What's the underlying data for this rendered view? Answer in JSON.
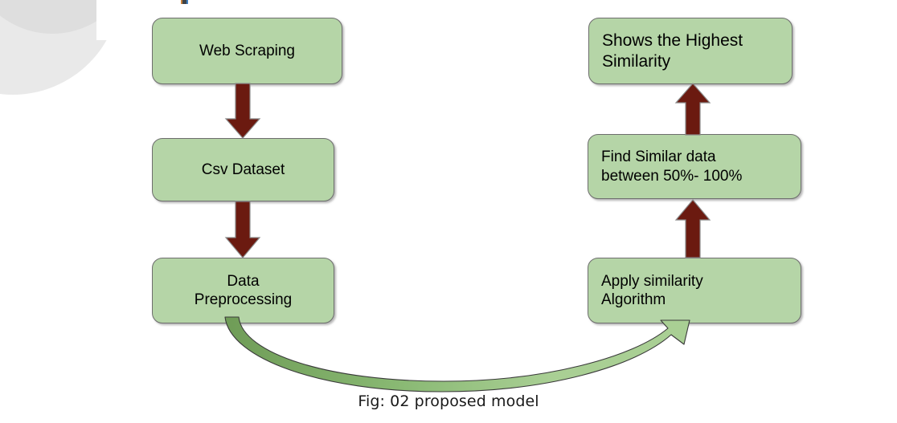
{
  "figure": {
    "caption": "Fig: 02 proposed model",
    "background_color": "#ffffff",
    "node_fill_color": "#b5d5a7",
    "node_border_color": "#6d6d6d",
    "arrow_color": "#6b1a10",
    "curve_arrow_color": "#8fbf74"
  },
  "nodes": {
    "left_column": [
      {
        "id": "web-scraping",
        "label": "Web Scraping"
      },
      {
        "id": "csv-dataset",
        "label": "Csv Dataset"
      },
      {
        "id": "data-preprocessing",
        "label": "Data\nPreprocessing"
      }
    ],
    "right_column": [
      {
        "id": "shows-highest",
        "label": "Shows the Highest\nSimilarity"
      },
      {
        "id": "find-similar",
        "label": "Find Similar data\nbetween 50%- 100%"
      },
      {
        "id": "apply-similarity",
        "label": "Apply similarity\nAlgorithm"
      }
    ]
  },
  "connectors": [
    {
      "id": "web-scraping-to-csv-dataset",
      "from": "Web Scraping",
      "to": "Csv Dataset",
      "direction": "down",
      "style": "block-arrow"
    },
    {
      "id": "csv-dataset-to-data-preprocessing",
      "from": "Csv Dataset",
      "to": "Data Preprocessing",
      "direction": "down",
      "style": "block-arrow"
    },
    {
      "id": "data-preprocessing-to-apply-similarity",
      "from": "Data Preprocessing",
      "to": "Apply similarity Algorithm",
      "direction": "curve-right",
      "style": "curved-block-arrow"
    },
    {
      "id": "apply-similarity-to-find-similar",
      "from": "Apply similarity Algorithm",
      "to": "Find Similar data between 50%- 100%",
      "direction": "up",
      "style": "block-arrow"
    },
    {
      "id": "find-similar-to-shows-highest",
      "from": "Find Similar data between 50%- 100%",
      "to": "Shows the Highest Similarity",
      "direction": "up",
      "style": "block-arrow"
    }
  ]
}
